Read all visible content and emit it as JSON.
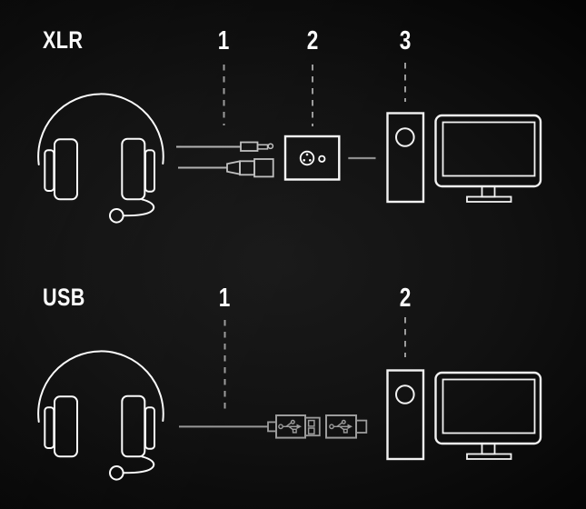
{
  "rows": [
    {
      "label": "XLR",
      "steps": [
        {
          "number": "1"
        },
        {
          "number": "2"
        },
        {
          "number": "3"
        }
      ],
      "icons": [
        "headset-icon",
        "minijack-cable-icon",
        "xlr-cable-icon",
        "audio-interface-icon",
        "xlr-port-icon",
        "aux-port-icon",
        "pc-tower-icon",
        "monitor-icon"
      ]
    },
    {
      "label": "USB",
      "steps": [
        {
          "number": "1"
        },
        {
          "number": "2"
        }
      ],
      "icons": [
        "headset-icon",
        "usb-cable-icon",
        "usb-plug-a-icon",
        "usb-plug-adapter-icon",
        "usb-trident-icon",
        "pc-tower-icon",
        "monitor-icon"
      ]
    }
  ],
  "colors": {
    "background": "#111111",
    "foreground_white": "#fafafa",
    "muted_gray": "#9c9c9c",
    "cable_gray": "#b2b2b2"
  }
}
